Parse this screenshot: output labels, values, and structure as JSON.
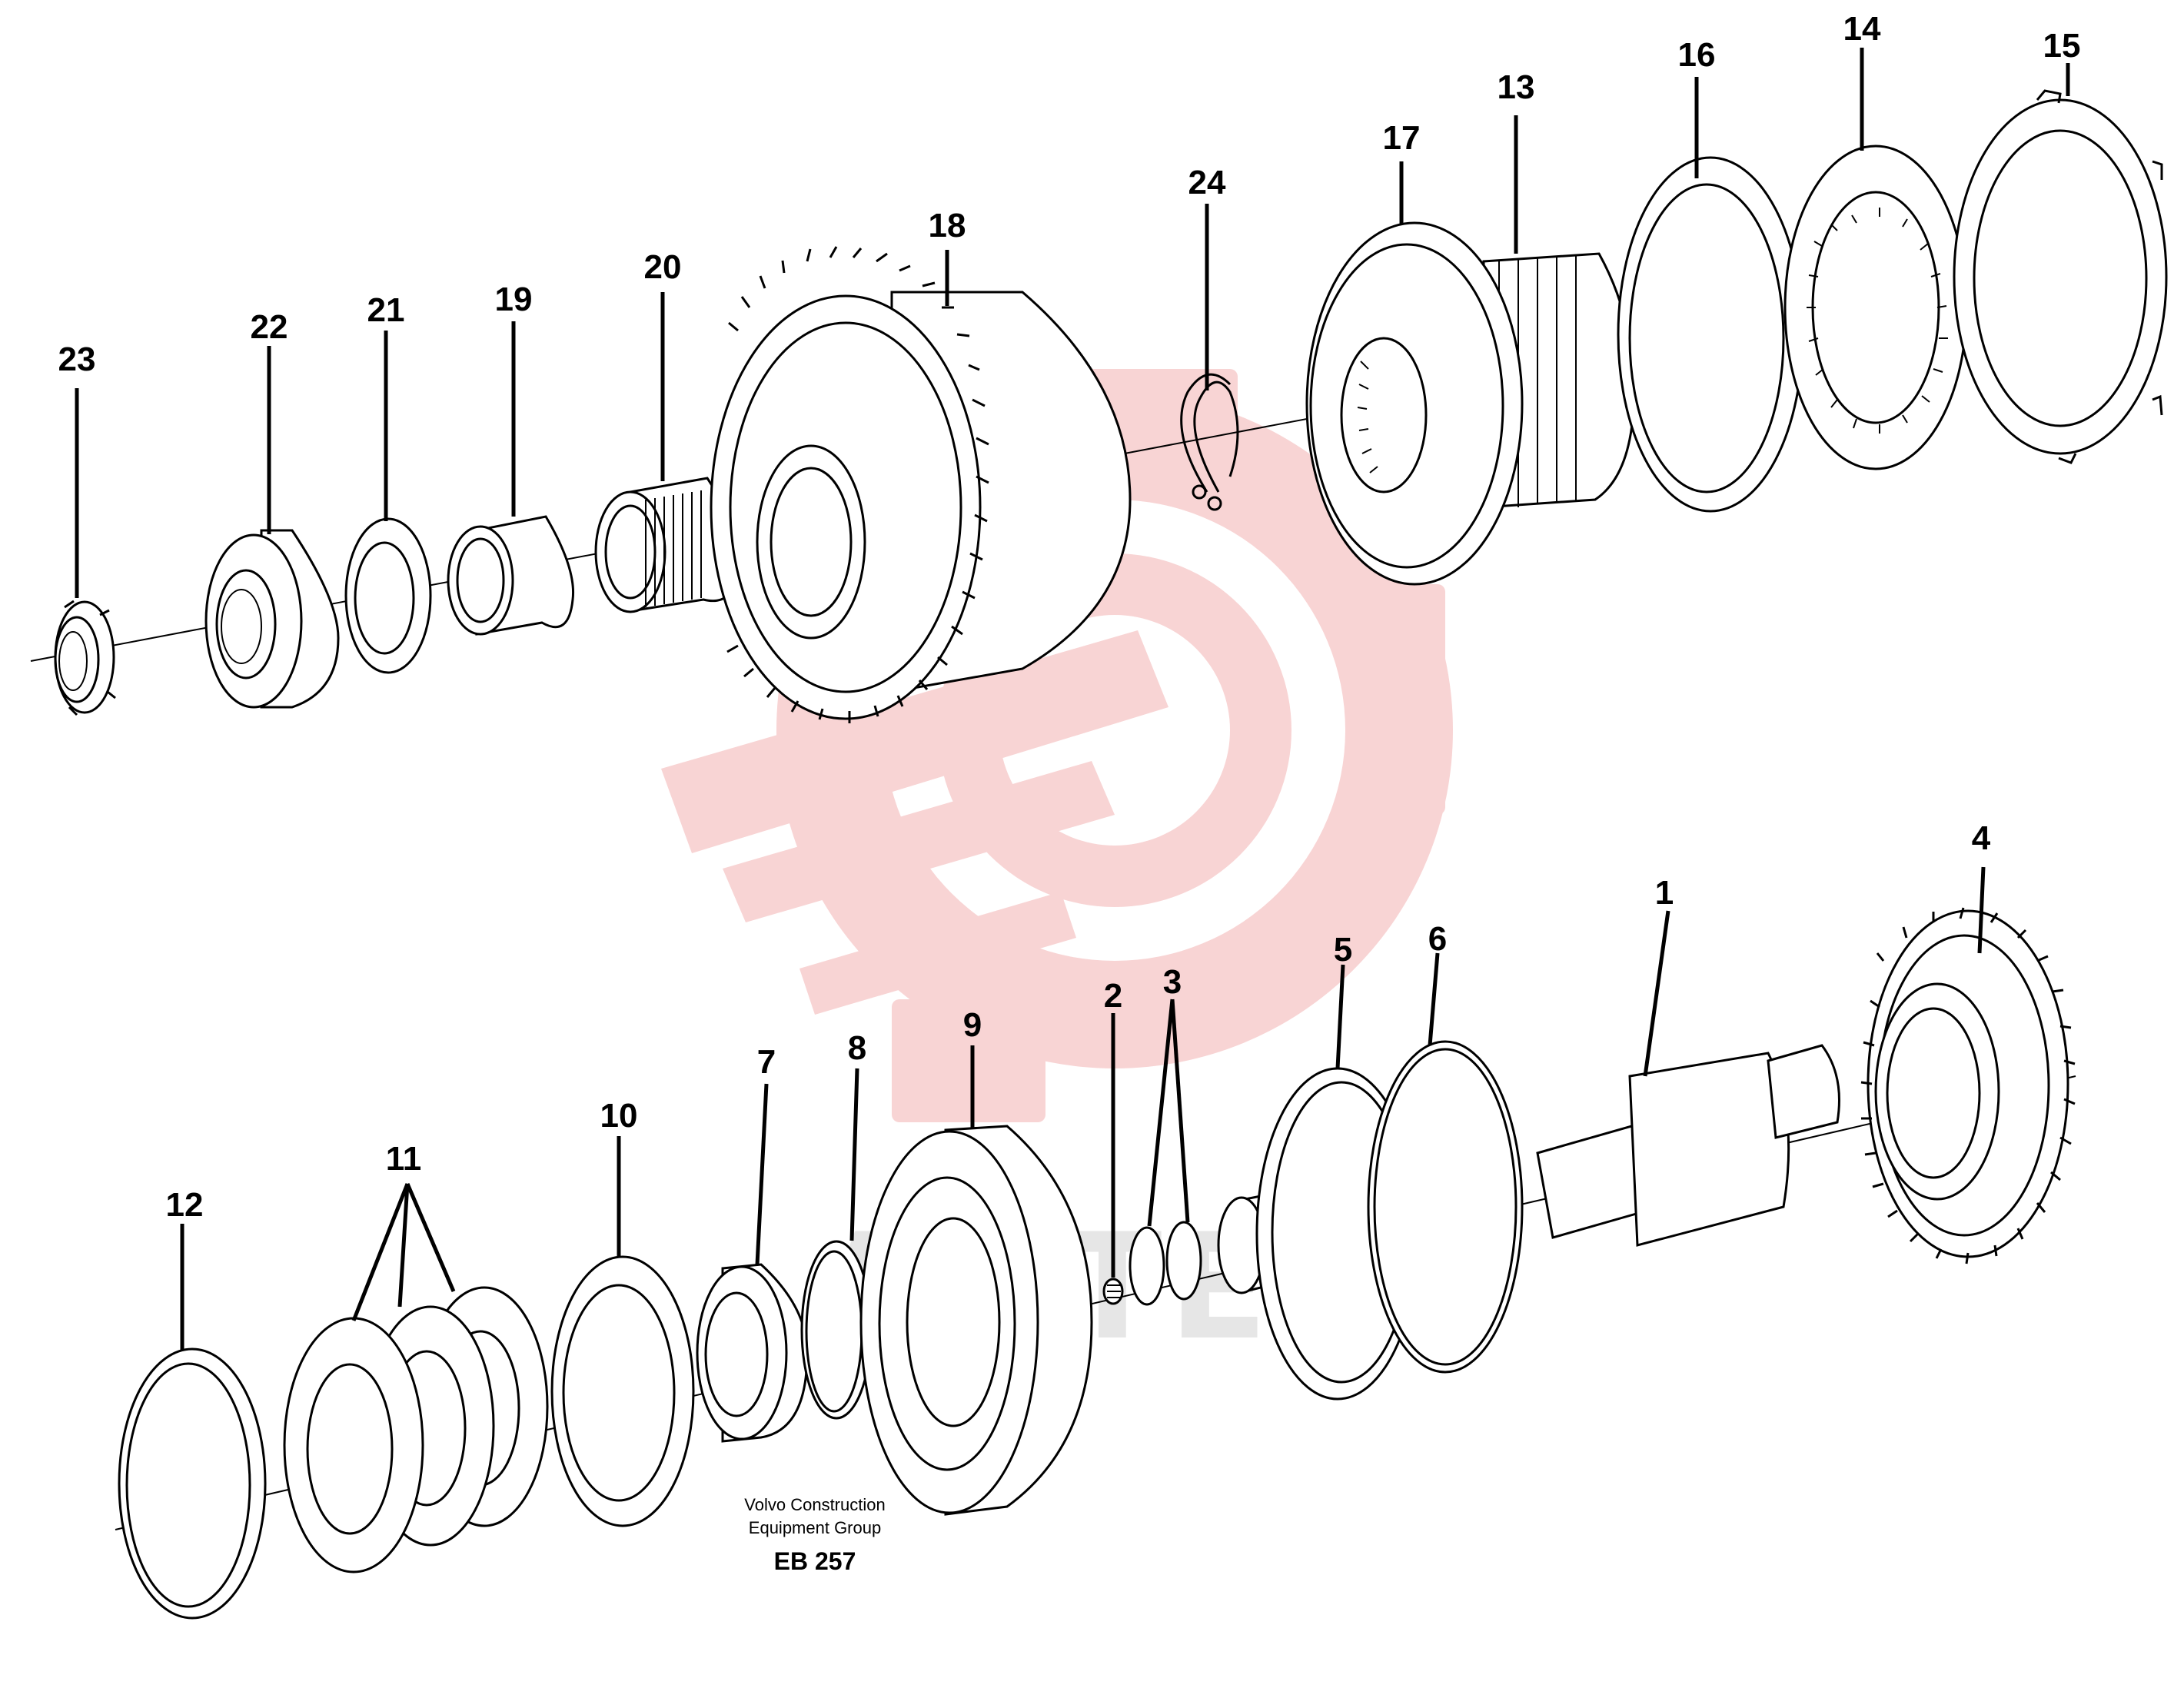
{
  "callouts": {
    "p1": "1",
    "p2": "2",
    "p3": "3",
    "p4": "4",
    "p5": "5",
    "p6": "6",
    "p7": "7",
    "p8": "8",
    "p9": "9",
    "p10": "10",
    "p11": "11",
    "p12": "12",
    "p13": "13",
    "p14": "14",
    "p15": "15",
    "p16": "16",
    "p17": "17",
    "p18": "18",
    "p19": "19",
    "p20": "20",
    "p21": "21",
    "p22": "22",
    "p23": "23",
    "p24": "24"
  },
  "caption": {
    "line1": "Volvo Construction",
    "line2": "Equipment Group",
    "code": "EB 257"
  },
  "watermark": {
    "text": "AHTEX",
    "color": "#f8d4d4"
  }
}
